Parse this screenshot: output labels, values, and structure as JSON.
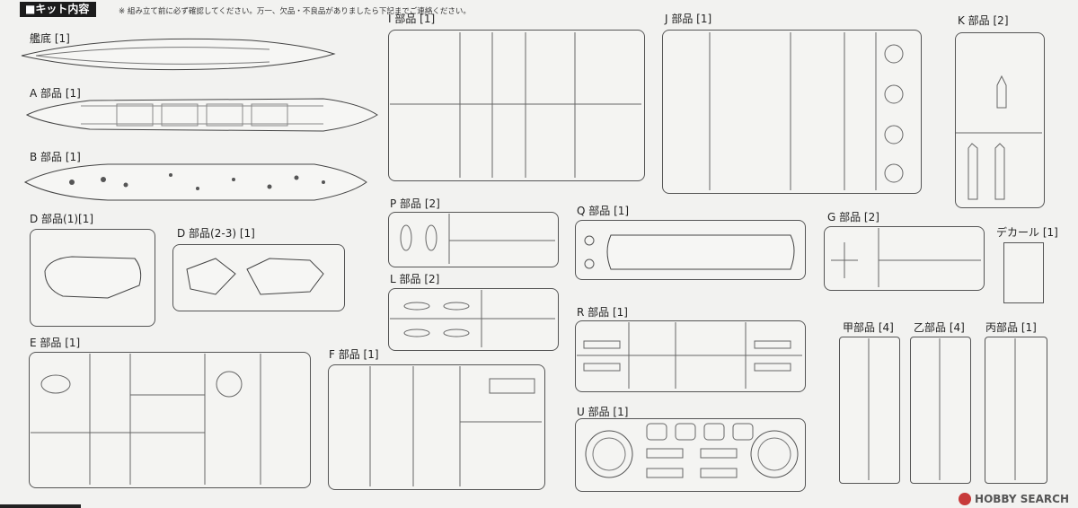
{
  "header": {
    "title": "キット内容",
    "note": "※ 組み立て前に必ず確認してください。万一、欠品・不良品がありましたら下記までご連絡ください。"
  },
  "labels": {
    "hull": "艦底 [1]",
    "a": "A 部品 [1]",
    "b": "B 部品 [1]",
    "d1": "D 部品(1)[1]",
    "d23": "D 部品(2-3) [1]",
    "e": "E 部品 [1]",
    "f": "F 部品 [1]",
    "i": "I 部品 [1]",
    "j": "J 部品 [1]",
    "k": "K 部品 [2]",
    "p": "P 部品 [2]",
    "l": "L 部品 [2]",
    "q": "Q 部品 [1]",
    "r": "R 部品 [1]",
    "u": "U 部品 [1]",
    "g": "G 部品 [2]",
    "decal": "デカール [1]",
    "kou": "甲部品 [4]",
    "otsu": "乙部品 [4]",
    "hei": "丙部品 [1]"
  },
  "watermark": {
    "text": "HOBBY SEARCH"
  }
}
